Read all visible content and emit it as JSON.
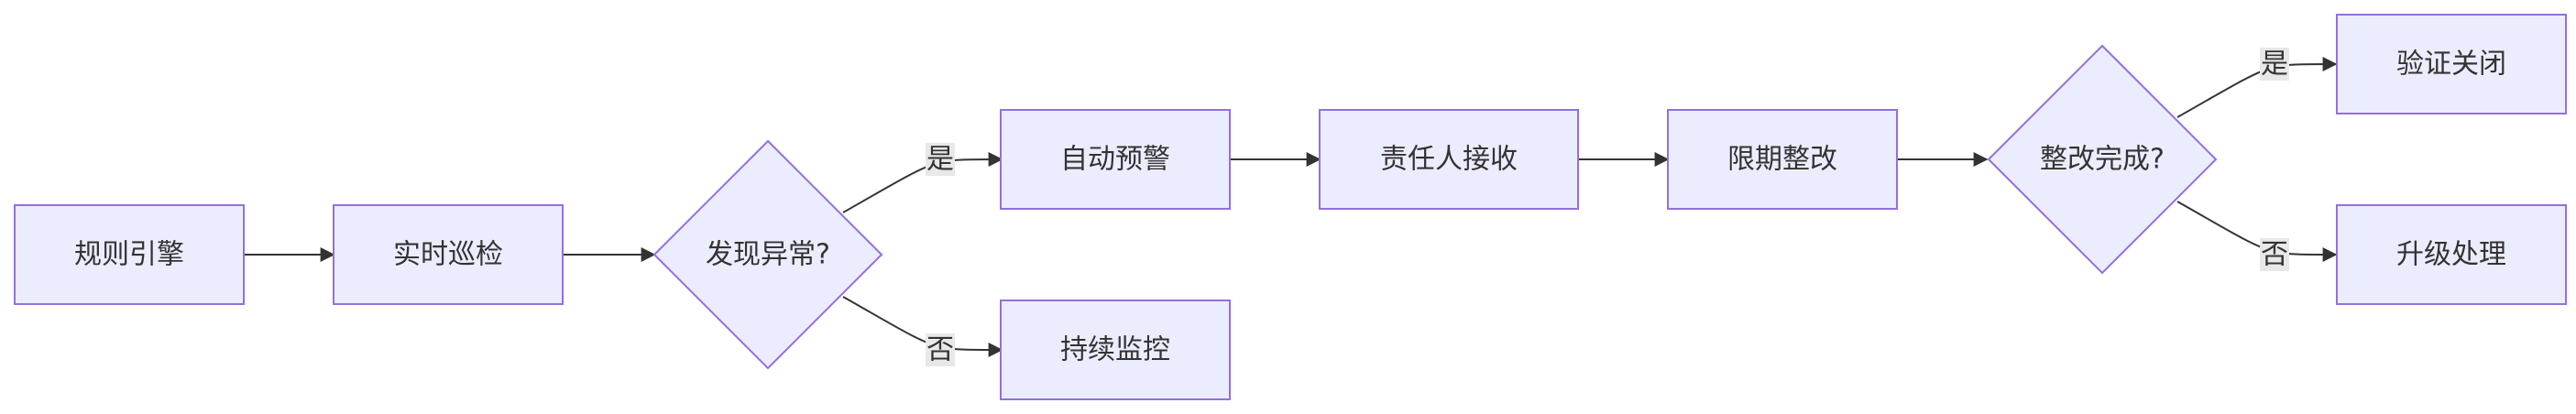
{
  "nodes": {
    "rules_engine": "规则引擎",
    "realtime_patrol": "实时巡检",
    "anomaly_found": "发现异常?",
    "auto_alert": "自动预警",
    "continuous_monitor": "持续监控",
    "owner_receive": "责任人接收",
    "deadline_fix": "限期整改",
    "fix_complete": "整改完成?",
    "verify_close": "验证关闭",
    "escalate": "升级处理"
  },
  "edge_labels": {
    "anomaly_yes": "是",
    "anomaly_no": "否",
    "complete_yes": "是",
    "complete_no": "否"
  },
  "colors": {
    "node_fill": "#ececff",
    "node_stroke": "#9370db",
    "edge": "#333333",
    "label_bg": "#e8e8e8"
  }
}
